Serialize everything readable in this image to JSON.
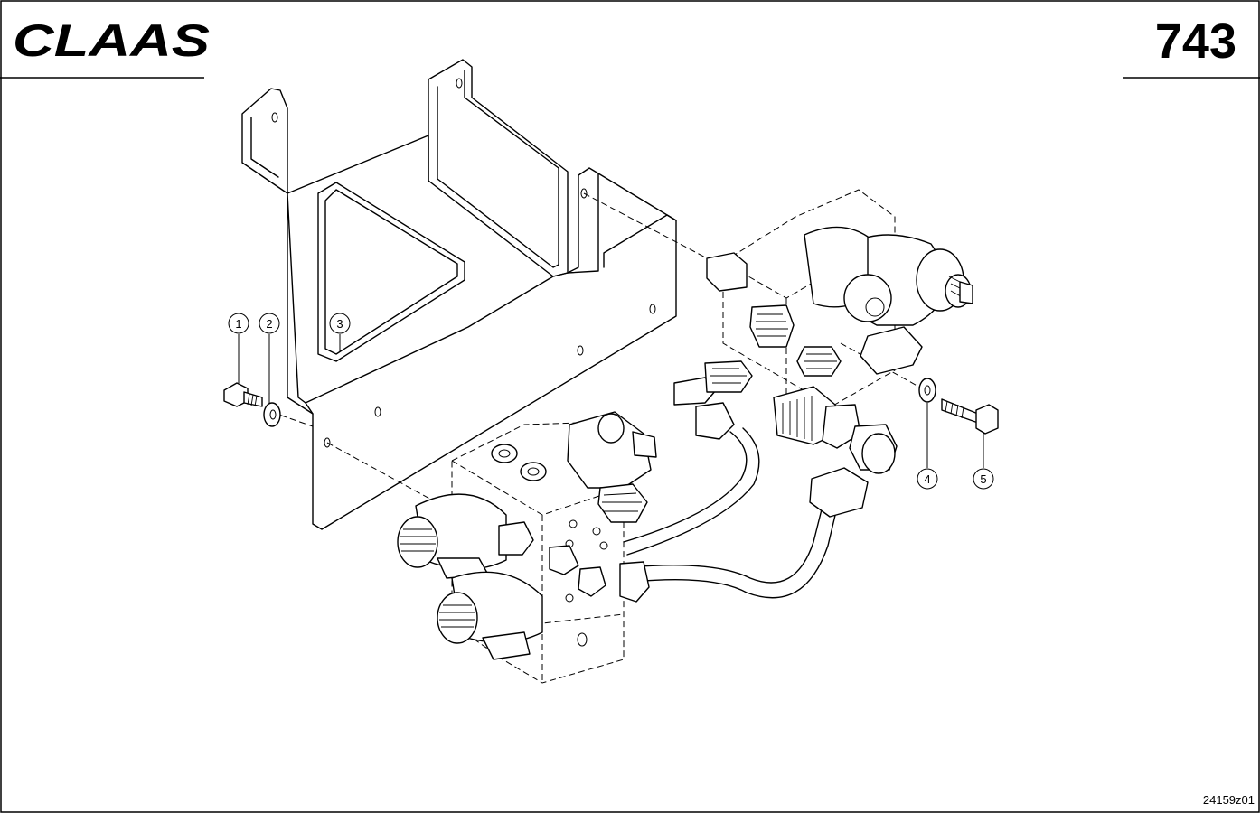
{
  "header": {
    "brand": "CLAAS",
    "page_number": "743"
  },
  "footer": {
    "drawing_id": "24159z01"
  },
  "callouts": [
    {
      "number": "1"
    },
    {
      "number": "2"
    },
    {
      "number": "3"
    },
    {
      "number": "4"
    },
    {
      "number": "5"
    }
  ]
}
